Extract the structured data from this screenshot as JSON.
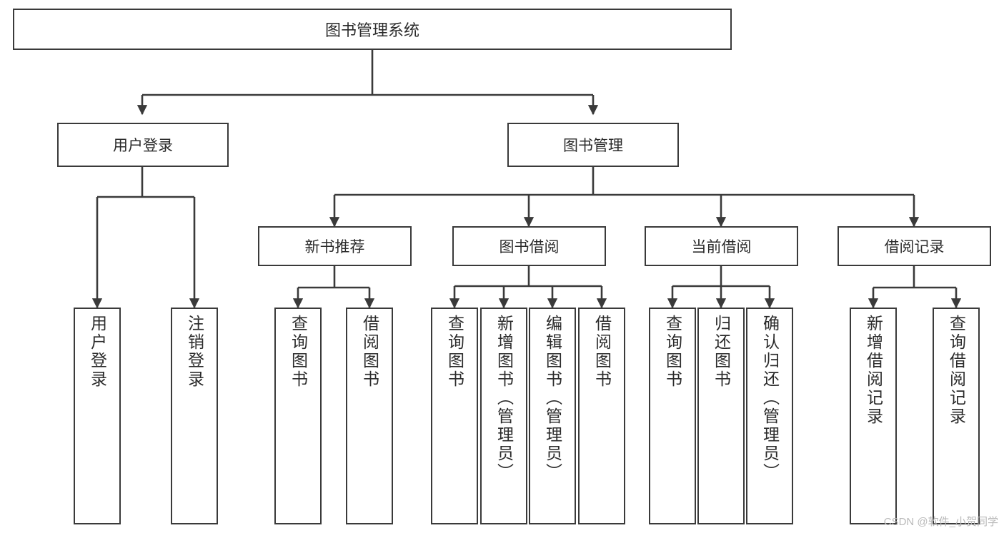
{
  "diagram": {
    "title": "图书管理系统",
    "watermark": "CSDN @软件_小贺同学",
    "line_color": "#3a3a3a",
    "text_color": "#2b2b2b",
    "background": "#ffffff",
    "root": {
      "label": "图书管理系统"
    },
    "level2": [
      {
        "label": "用户登录"
      },
      {
        "label": "图书管理"
      }
    ],
    "level3": [
      {
        "label": "新书推荐"
      },
      {
        "label": "图书借阅"
      },
      {
        "label": "当前借阅"
      },
      {
        "label": "借阅记录"
      }
    ],
    "leaves": {
      "user_login": [
        {
          "label": "用户登录"
        },
        {
          "label": "注销登录"
        }
      ],
      "new_book_recommend": [
        {
          "label": "查询图书"
        },
        {
          "label": "借阅图书"
        }
      ],
      "book_borrow": [
        {
          "label": "查询图书"
        },
        {
          "label": "新增图书（管理员）"
        },
        {
          "label": "编辑图书（管理员）"
        },
        {
          "label": "借阅图书"
        }
      ],
      "current_borrow": [
        {
          "label": "查询图书"
        },
        {
          "label": "归还图书"
        },
        {
          "label": "确认归还（管理员）"
        }
      ],
      "borrow_record": [
        {
          "label": "新增借阅记录"
        },
        {
          "label": "查询借阅记录"
        }
      ]
    }
  }
}
